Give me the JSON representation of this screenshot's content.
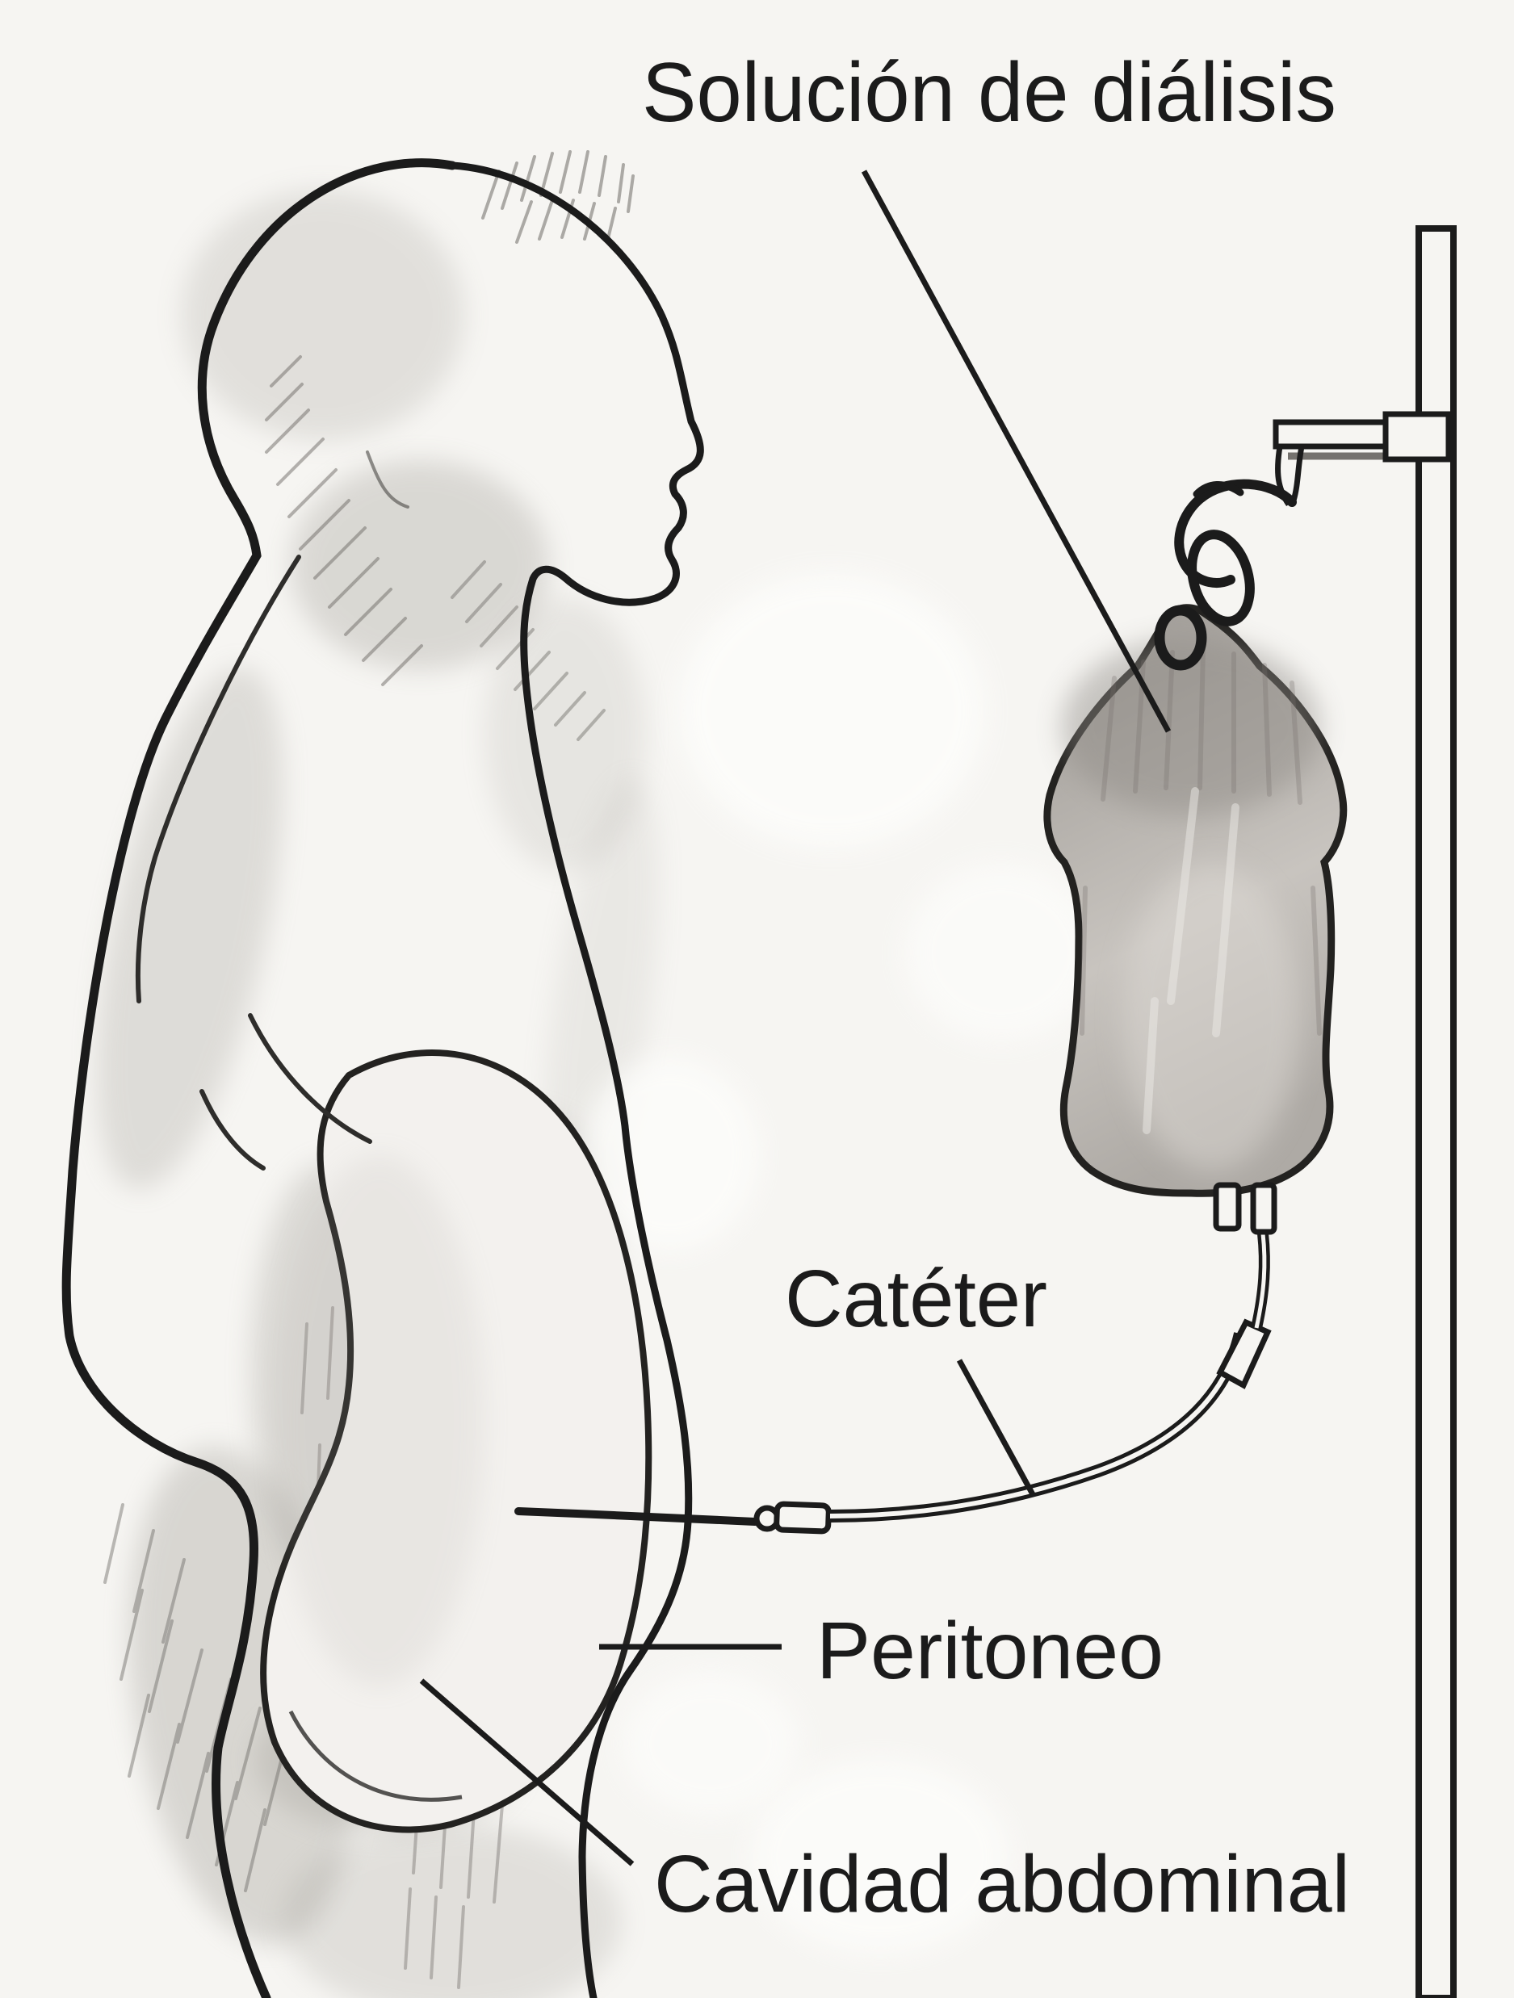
{
  "labels": {
    "dialysis_solution": "Solución de diálisis",
    "catheter": "Catéter",
    "peritoneum": "Peritoneo",
    "abdominal_cavity": "Cavidad abdominal"
  },
  "colors": {
    "paper": "#f6f5f2",
    "ink": "#1b1b1b",
    "pencil_gray": "#8f8c88",
    "bag_gray": "#b3afaa"
  }
}
